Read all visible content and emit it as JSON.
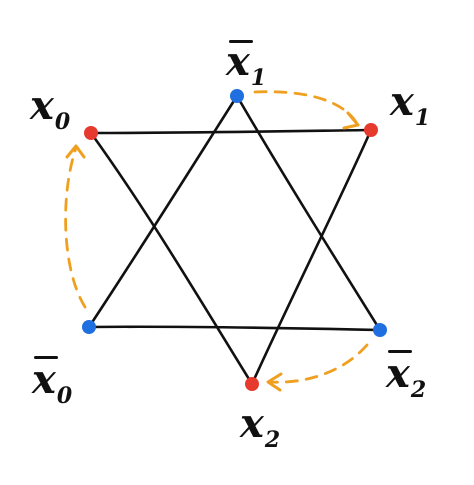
{
  "labels": {
    "x0": {
      "base": "x",
      "sub": "0"
    },
    "x1": {
      "base": "x",
      "sub": "1"
    },
    "x2": {
      "base": "x",
      "sub": "2"
    },
    "x0bar": {
      "base": "x",
      "sub": "0"
    },
    "x1bar": {
      "base": "x",
      "sub": "1"
    },
    "x2bar": {
      "base": "x",
      "sub": "2"
    }
  },
  "colors": {
    "red_vertex": "#e63a2e",
    "blue_vertex": "#1f6fe0",
    "arrow": "#f0a020",
    "line": "#111111"
  }
}
